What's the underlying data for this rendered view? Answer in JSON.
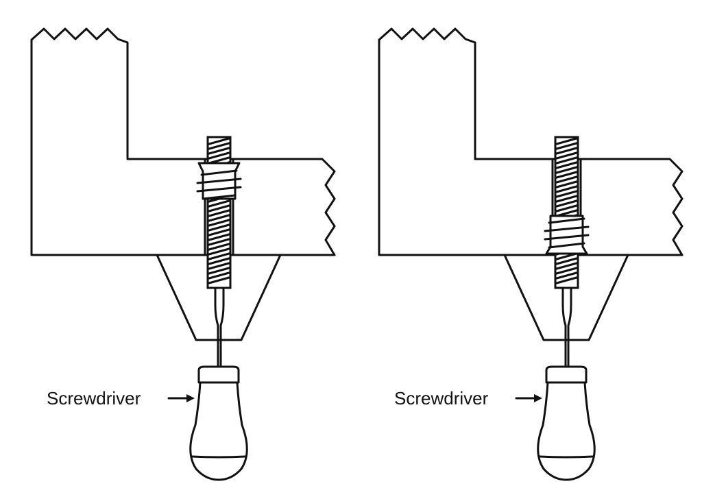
{
  "figures": [
    {
      "id": "left",
      "label": "Screwdriver"
    },
    {
      "id": "right",
      "label": "Screwdriver"
    }
  ],
  "colors": {
    "ink": "#111111",
    "background": "#ffffff"
  }
}
